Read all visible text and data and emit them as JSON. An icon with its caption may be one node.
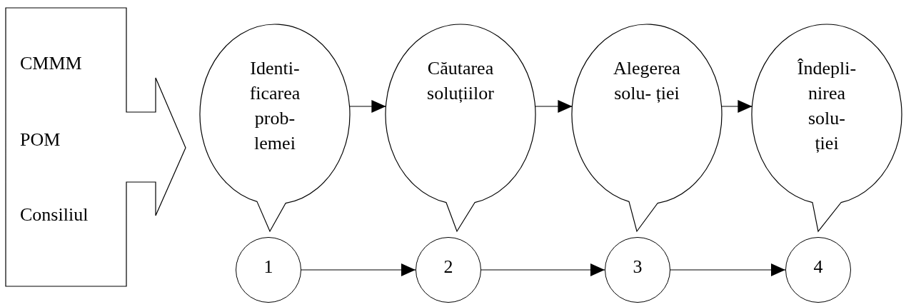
{
  "diagram": {
    "nodes": [
      {
        "text": [
          "CMMM",
          "POM",
          "Consiliul"
        ]
      },
      {
        "text": [
          "Identi- ficarea prob- lemei"
        ]
      },
      {
        "text": [
          "Căutarea soluțiilor"
        ]
      },
      {
        "text": [
          "Alegerea solu- ției"
        ]
      },
      {
        "text": [
          "Îndepli- nirea solu- ției"
        ]
      },
      {
        "text": [
          "1"
        ]
      },
      {
        "text": [
          "2"
        ]
      },
      {
        "text": [
          "3"
        ]
      },
      {
        "text": [
          "4"
        ]
      }
    ],
    "edges": [
      {
        "from": 1,
        "to": 2,
        "arrow": "to"
      },
      {
        "from": 2,
        "to": 3,
        "arrow": "to"
      },
      {
        "from": 3,
        "to": 4,
        "arrow": "to"
      },
      {
        "from": 5,
        "to": 6,
        "arrow": "to"
      },
      {
        "from": 6,
        "to": 7,
        "arrow": "to"
      },
      {
        "from": 7,
        "to": 8,
        "arrow": "to"
      }
    ]
  }
}
